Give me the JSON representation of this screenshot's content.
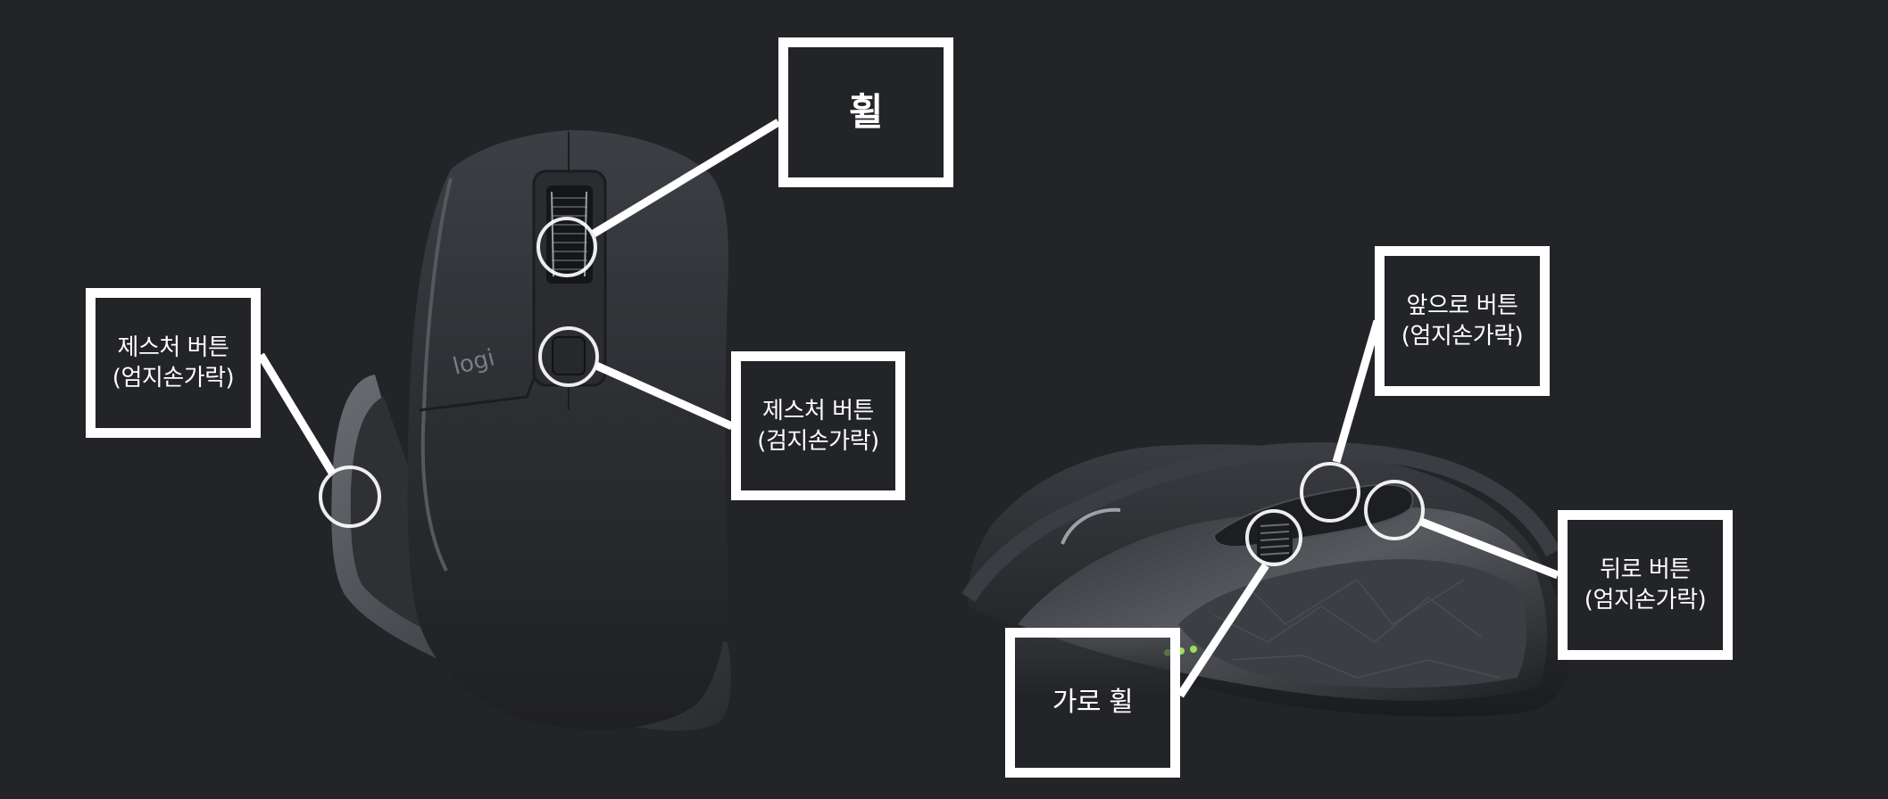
{
  "diagram": {
    "background_color": "#232427",
    "accent_color": "#ffffff",
    "views": [
      {
        "id": "top-view",
        "description": "mouse top view"
      },
      {
        "id": "side-view",
        "description": "mouse thumb-side view"
      }
    ],
    "callouts": [
      {
        "id": "wheel",
        "label": "휠",
        "view": "top-view"
      },
      {
        "id": "gesture-thumb",
        "label": "제스처 버튼\n(엄지손가락)",
        "view": "top-view"
      },
      {
        "id": "gesture-index",
        "label": "제스처 버튼\n(검지손가락)",
        "view": "top-view"
      },
      {
        "id": "forward",
        "label": "앞으로 버튼\n(엄지손가락)",
        "view": "side-view"
      },
      {
        "id": "back",
        "label": "뒤로 버튼\n(엄지손가락)",
        "view": "side-view"
      },
      {
        "id": "thumb-wheel",
        "label": "가로 휠",
        "view": "side-view"
      }
    ],
    "logo_text": "logi"
  }
}
